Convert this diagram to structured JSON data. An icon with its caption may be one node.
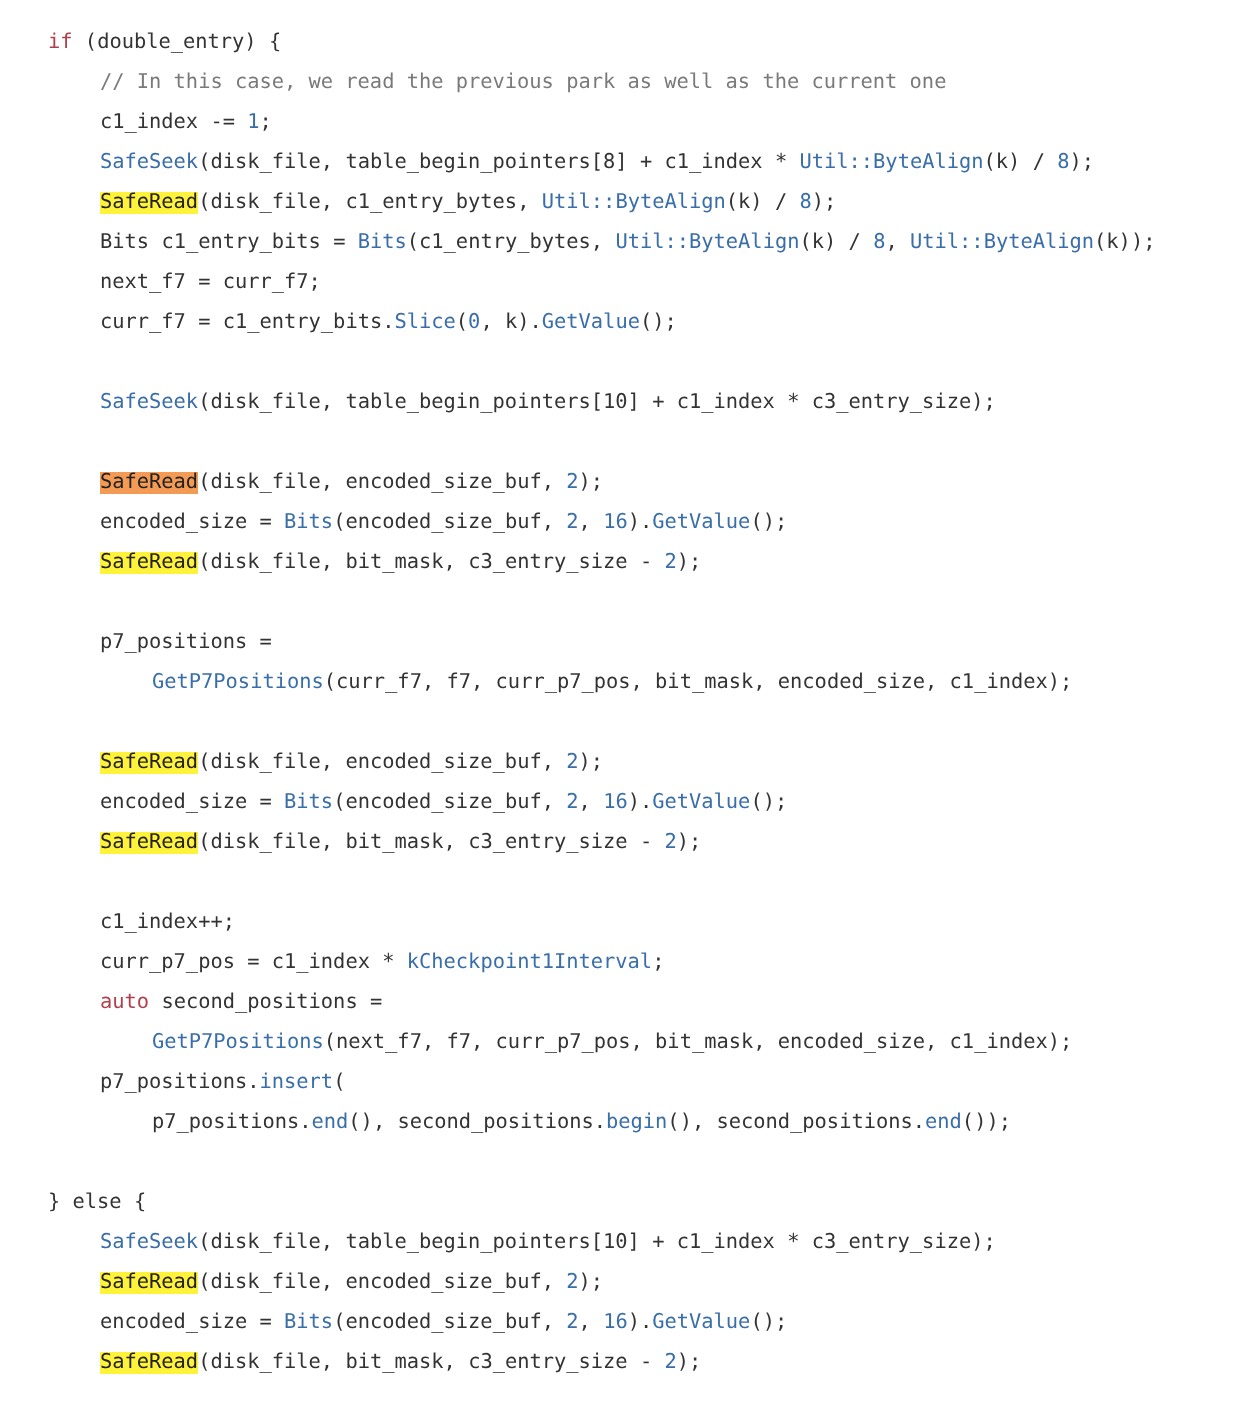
{
  "diagram": {
    "labels": [
      "if (double_entry) {",
      "// In this case, we read the previous park as well as the current one",
      "c1_index -= 1;",
      "SafeSeek(disk_file, table_begin_pointers[8] + c1_index * Util::ByteAlign(k) / 8);",
      "SafeRead(disk_file, c1_entry_bytes, Util::ByteAlign(k) / 8);",
      "Bits c1_entry_bits = Bits(c1_entry_bytes, Util::ByteAlign(k) / 8, Util::ByteAlign(k));",
      "next_f7 = curr_f7;",
      "curr_f7 = c1_entry_bits.Slice(0, k).GetValue();",
      "SafeSeek(disk_file, table_begin_pointers[10] + c1_index * c3_entry_size);",
      "SafeRead(disk_file, encoded_size_buf, 2);",
      "encoded_size = Bits(encoded_size_buf, 2, 16).GetValue();",
      "SafeRead(disk_file, bit_mask, c3_entry_size - 2);",
      "p7_positions =",
      "GetP7Positions(curr_f7, f7, curr_p7_pos, bit_mask, encoded_size, c1_index);",
      "SafeRead(disk_file, encoded_size_buf, 2);",
      "encoded_size = Bits(encoded_size_buf, 2, 16).GetValue();",
      "SafeRead(disk_file, bit_mask, c3_entry_size - 2);",
      "c1_index++;",
      "curr_p7_pos = c1_index * kCheckpoint1Interval;",
      "auto second_positions =",
      "GetP7Positions(next_f7, f7, curr_p7_pos, bit_mask, encoded_size, c1_index);",
      "p7_positions.insert(",
      "p7_positions.end(), second_positions.begin(), second_positions.end());",
      "} else {",
      "SafeSeek(disk_file, table_begin_pointers[10] + c1_index * c3_entry_size);",
      "SafeRead(disk_file, encoded_size_buf, 2);",
      "encoded_size = Bits(encoded_size_buf, 2, 16).GetValue();",
      "SafeRead(disk_file, bit_mask, c3_entry_size - 2);"
    ]
  }
}
